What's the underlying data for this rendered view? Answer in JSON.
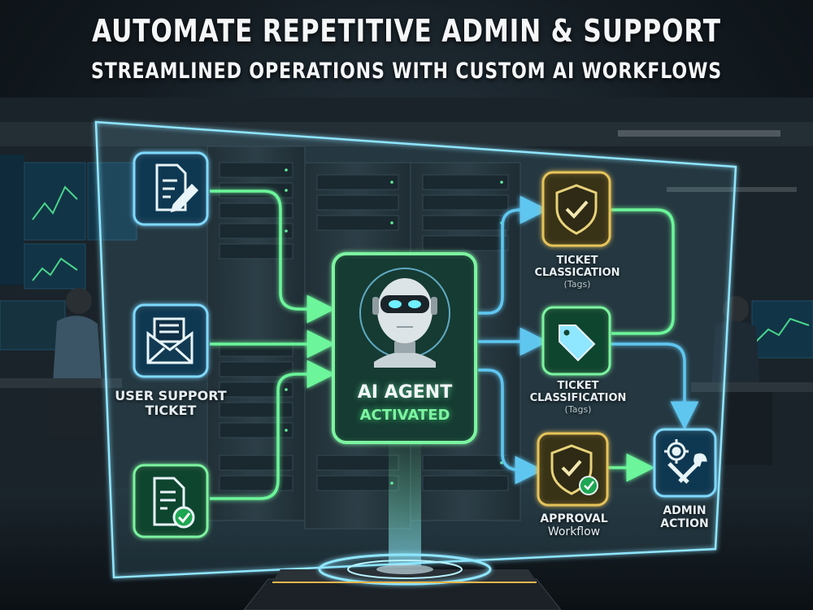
{
  "title": "AUTOMATE REPETITIVE ADMIN & SUPPORT",
  "subtitle": "STREAMLINED OPERATIONS WITH CUSTOM AI WORKFLOWS",
  "inputs": {
    "support_ticket": {
      "line1": "USER SUPPORT",
      "line2": "TICKET"
    }
  },
  "agent": {
    "title": "AI AGENT",
    "status": "ACTIVATED"
  },
  "outputs": {
    "classification_top": {
      "line1": "TICKET",
      "line2": "CLASSICATION",
      "tag": "(Tags)"
    },
    "classification_mid": {
      "line1": "TICKET",
      "line2": "CLASSIFICATION",
      "tag": "(Tags)"
    },
    "approval": {
      "line1": "APPROVAL",
      "line2": "Workflow"
    },
    "admin": {
      "line1": "ADMIN",
      "line2": "ACTION"
    }
  },
  "colors": {
    "flow_green": "#6cf59a",
    "flow_blue": "#5fc6f0",
    "frame_cyan": "#8fe6ff",
    "gold": "#e6c35a"
  },
  "icons": [
    "document-edit-icon",
    "envelope-icon",
    "document-check-icon",
    "robot-icon",
    "shield-check-icon",
    "tag-icon",
    "shield-approval-icon",
    "gear-wrench-icon"
  ]
}
